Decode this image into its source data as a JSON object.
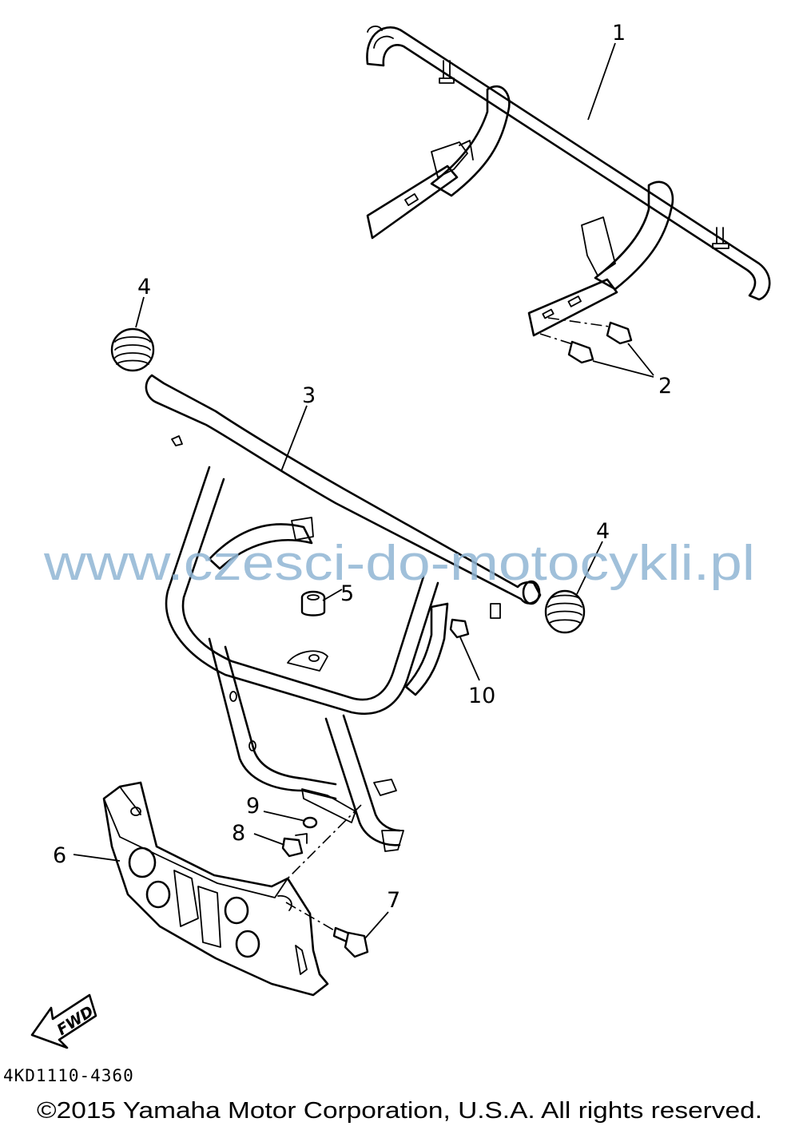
{
  "callouts": [
    "1",
    "2",
    "3",
    "4",
    "4",
    "5",
    "6",
    "7",
    "8",
    "9",
    "10"
  ],
  "watermark": "www.czesci-do-motocykli.pl",
  "fwd_label": "FWD",
  "diagram_code": "4KD1110-4360",
  "copyright": "©2015 Yamaha Motor Corporation, U.S.A. All rights reserved.",
  "colors": {
    "line": "#000000",
    "watermark": "#8fb5d4",
    "background": "#ffffff"
  }
}
